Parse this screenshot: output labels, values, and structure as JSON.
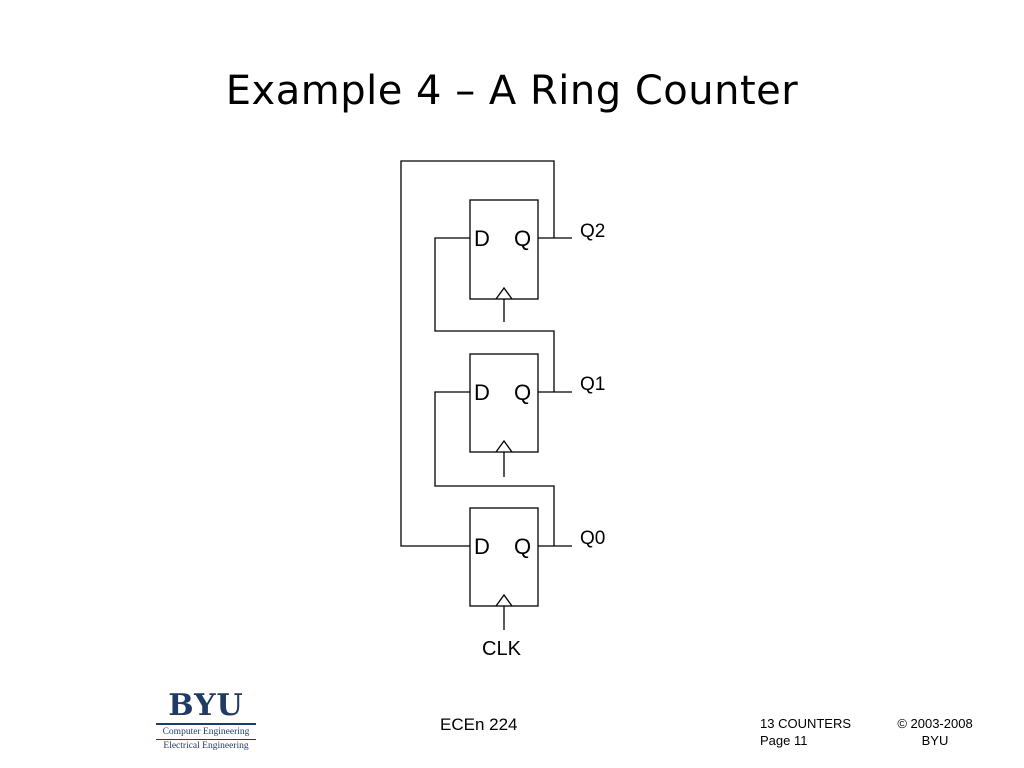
{
  "slide": {
    "title": "Example 4 – A Ring Counter"
  },
  "diagram": {
    "flipflops": [
      {
        "d_label": "D",
        "q_label": "Q",
        "output_label": "Q2"
      },
      {
        "d_label": "D",
        "q_label": "Q",
        "output_label": "Q1"
      },
      {
        "d_label": "D",
        "q_label": "Q",
        "output_label": "Q0"
      }
    ],
    "clock_label": "CLK"
  },
  "footer": {
    "logo_text": "BYU",
    "logo_line1": "Computer Engineering",
    "logo_line2": "Electrical Engineering",
    "course": "ECEn 224",
    "chapter": "13 COUNTERS",
    "page": "Page 11",
    "copyright": "© 2003-2008",
    "org": "BYU"
  }
}
